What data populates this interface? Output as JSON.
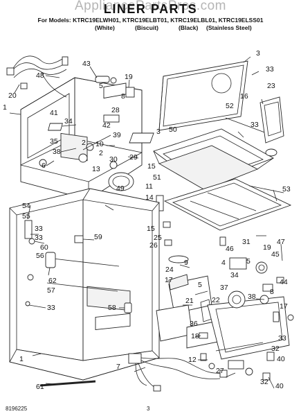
{
  "header": {
    "watermark": "AppliancePartsPros.com",
    "title": "LINER PARTS",
    "models_line": "For Models: KTRC19ELWH01, KTRC19ELBT01, KTRC19ELBL01, KTRC19ELSS01",
    "variants": [
      "(White)",
      "(Biscuit)",
      "(Black)",
      "(Stainless Steel)"
    ]
  },
  "footer": {
    "doc_number": "8196225",
    "page_number": "3"
  },
  "callouts": [
    "1",
    "2",
    "3",
    "4",
    "5",
    "6",
    "7",
    "8",
    "9",
    "10",
    "11",
    "12",
    "13",
    "14",
    "15",
    "16",
    "17",
    "18",
    "19",
    "20",
    "21",
    "22",
    "23",
    "24",
    "25",
    "26",
    "27",
    "28",
    "29",
    "30",
    "31",
    "32",
    "33",
    "34",
    "35",
    "36",
    "37",
    "38",
    "39",
    "40",
    "41",
    "42",
    "43",
    "44",
    "45",
    "46",
    "47",
    "48",
    "49",
    "50",
    "51",
    "52",
    "53",
    "54",
    "55",
    "56",
    "57",
    "58",
    "59",
    "60",
    "61",
    "62"
  ]
}
